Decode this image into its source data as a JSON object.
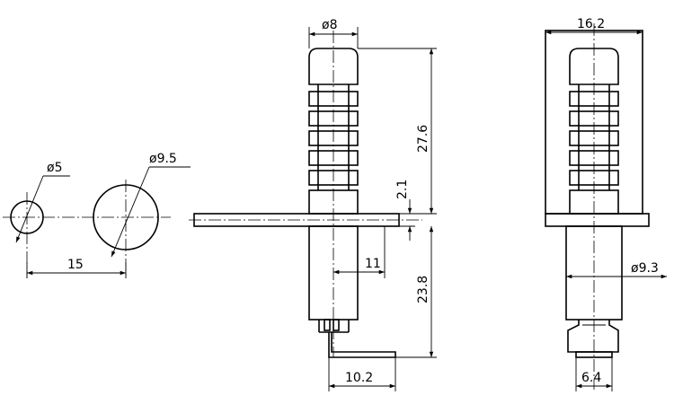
{
  "dimensions": {
    "d5": "ø5",
    "d9_5": "ø9.5",
    "spacing": "15",
    "d8": "ø8",
    "h27_6": "27.6",
    "t2_1": "2.1",
    "h23_8": "23.8",
    "r11": "11",
    "w10_2": "10.2",
    "w16_2": "16.2",
    "d9_3": "ø9.3",
    "w6_4": "6.4"
  }
}
